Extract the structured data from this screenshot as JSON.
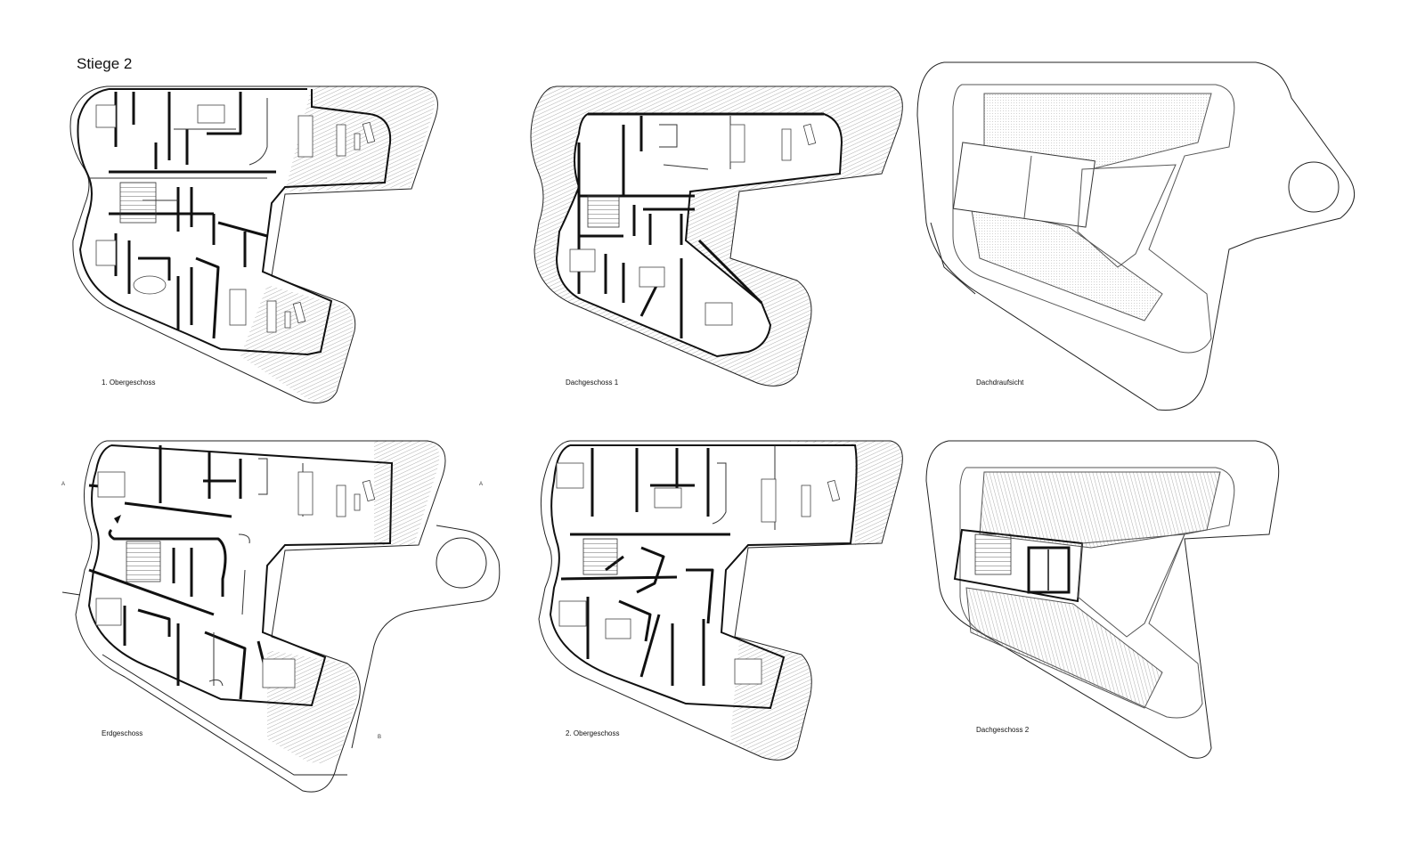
{
  "sheet": {
    "title": "Stiege 2",
    "plans": [
      {
        "id": "og1",
        "caption": "1. Obergeschoss"
      },
      {
        "id": "dg1",
        "caption": "Dachgeschoss 1"
      },
      {
        "id": "dds",
        "caption": "Dachdraufsicht"
      },
      {
        "id": "eg",
        "caption": "Erdgeschoss"
      },
      {
        "id": "og2",
        "caption": "2. Obergeschoss"
      },
      {
        "id": "dg2",
        "caption": "Dachgeschoss 2"
      }
    ],
    "section_marks": {
      "a_left": "A",
      "a_right": "A",
      "b": "B"
    }
  }
}
